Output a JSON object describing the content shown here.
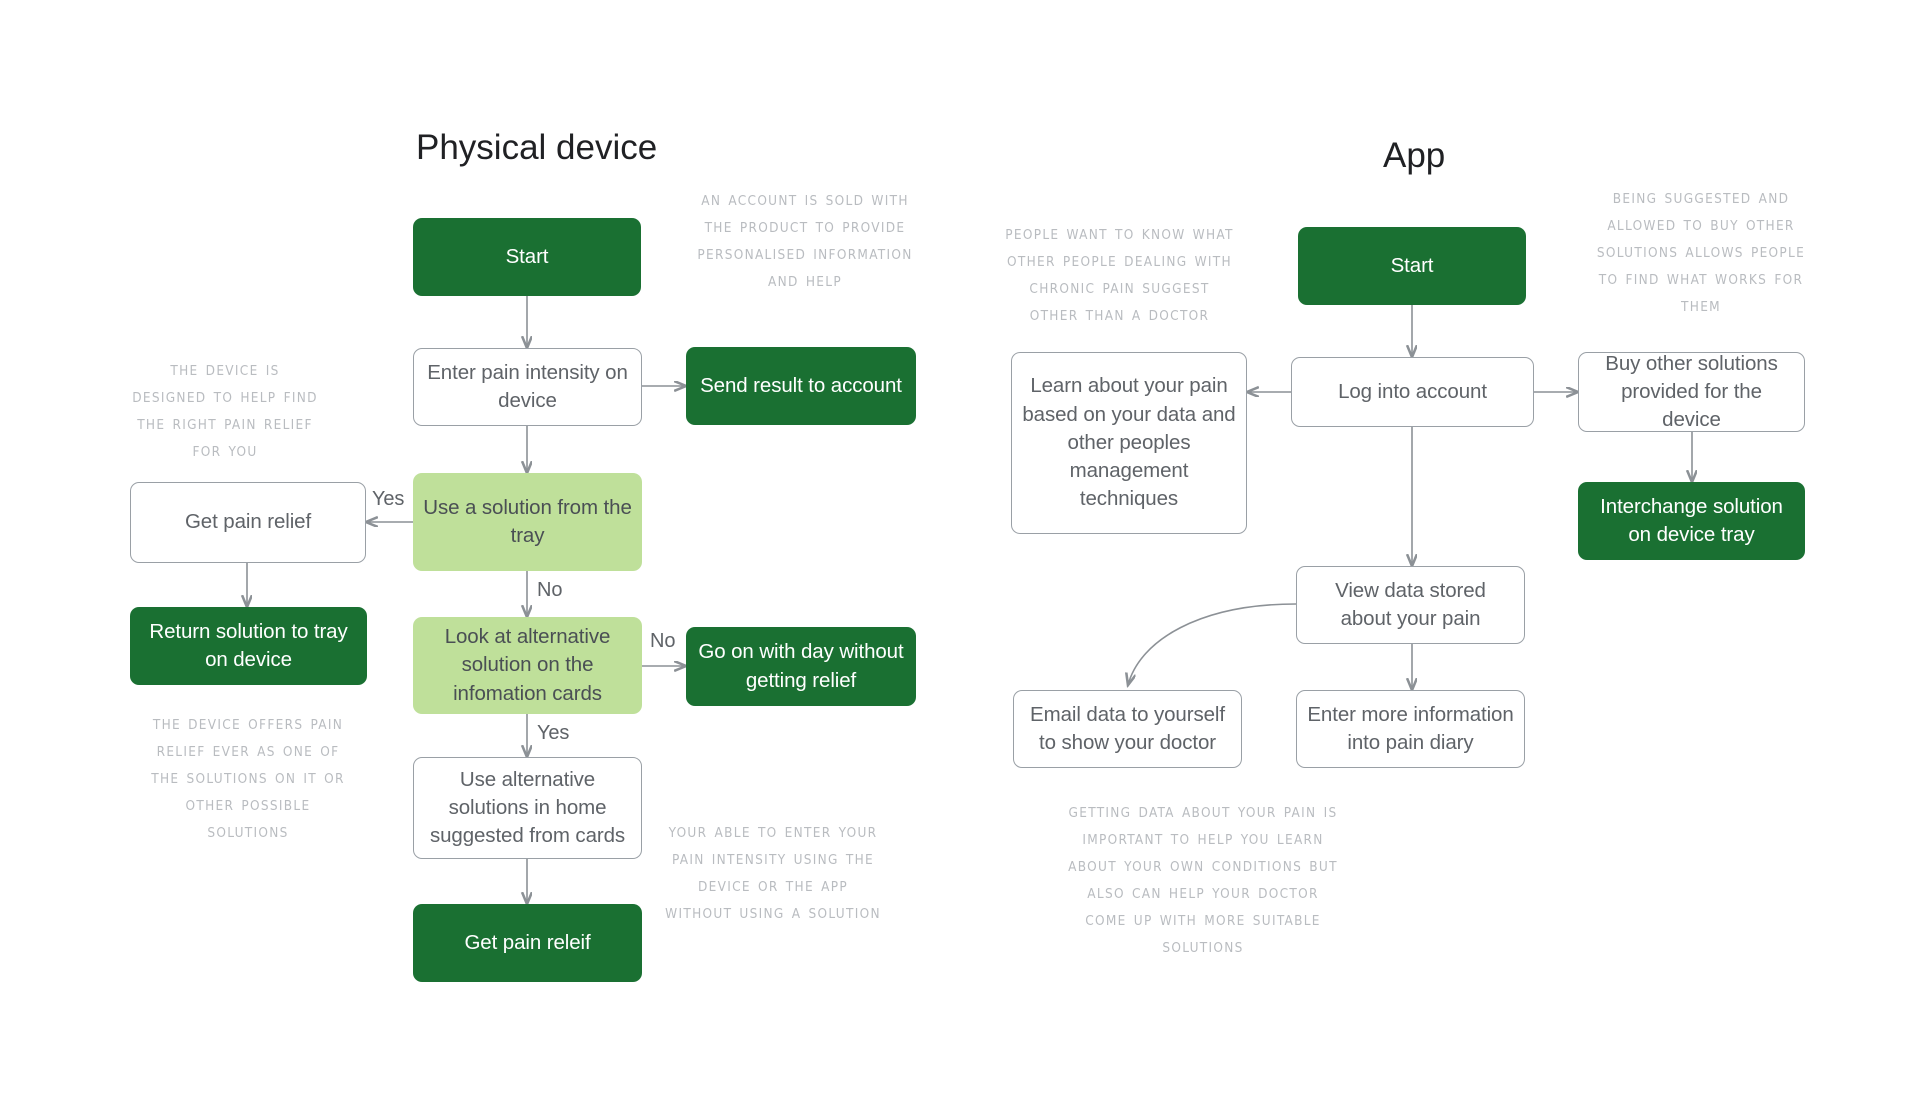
{
  "sections": {
    "left": {
      "title": "Physical device"
    },
    "right": {
      "title": "App"
    }
  },
  "left_flow": {
    "nodes": [
      {
        "id": "start",
        "label": "Start",
        "style": "dark"
      },
      {
        "id": "enter_intensity",
        "label": "Enter pain intensity on device",
        "style": "plain"
      },
      {
        "id": "send_result",
        "label": "Send result to account",
        "style": "dark"
      },
      {
        "id": "use_solution",
        "label": "Use a solution from the tray",
        "style": "light"
      },
      {
        "id": "get_pain_relief",
        "label": "Get pain relief",
        "style": "plain"
      },
      {
        "id": "return_solution",
        "label": "Return solution to tray on device",
        "style": "dark"
      },
      {
        "id": "look_alternative",
        "label": "Look at alternative solution on the infomation cards",
        "style": "light"
      },
      {
        "id": "go_on_day",
        "label": "Go on with day without getting relief",
        "style": "dark"
      },
      {
        "id": "use_alternative",
        "label": "Use alternative solutions in home suggested from cards",
        "style": "plain"
      },
      {
        "id": "get_pain_releif",
        "label": "Get pain releif",
        "style": "dark"
      }
    ],
    "edge_labels": {
      "use_solution_yes": "Yes",
      "use_solution_no": "No",
      "look_alternative_no": "No",
      "look_alternative_yes": "Yes"
    }
  },
  "right_flow": {
    "nodes": [
      {
        "id": "app_start",
        "label": "Start",
        "style": "dark"
      },
      {
        "id": "learn_about",
        "label": "Learn about your pain based on your data and other peoples management techniques",
        "style": "plain"
      },
      {
        "id": "log_in",
        "label": "Log into account",
        "style": "plain"
      },
      {
        "id": "buy_other",
        "label": "Buy other solutions provided for the device",
        "style": "plain"
      },
      {
        "id": "interchange",
        "label": "Interchange solution on device tray",
        "style": "dark"
      },
      {
        "id": "view_data",
        "label": "View data stored about your pain",
        "style": "plain"
      },
      {
        "id": "email_data",
        "label": "Email data to yourself to show your doctor",
        "style": "plain"
      },
      {
        "id": "enter_more_info",
        "label": "Enter more information into pain diary",
        "style": "plain"
      }
    ]
  },
  "notes": {
    "account_sold": "An account is sold with the product to provide personalised information and help",
    "device_designed": "The device is designed to help find the right pain relief for you",
    "device_offers": "The device offers pain relief ever as one of the solutions on it or other possible solutions",
    "enter_intensity": "Your able to enter your pain intensity using the device or the app without using a solution",
    "people_want": "People want to know what other people dealing with chronic pain suggest other than a doctor",
    "being_suggested": "Being suggested and allowed to buy other solutions allows people to find what works for them",
    "getting_data": "Getting data about your pain is important to help you learn about your own conditions but also can help your doctor come up with more suitable solutions"
  },
  "colors": {
    "dark_green": "#1a7032",
    "light_green": "#bfe09a",
    "box_border": "#9aa0a6",
    "text_grey": "#5f6368",
    "note_grey": "#b9bcc0",
    "title_black": "#202124",
    "background": "#ffffff"
  }
}
